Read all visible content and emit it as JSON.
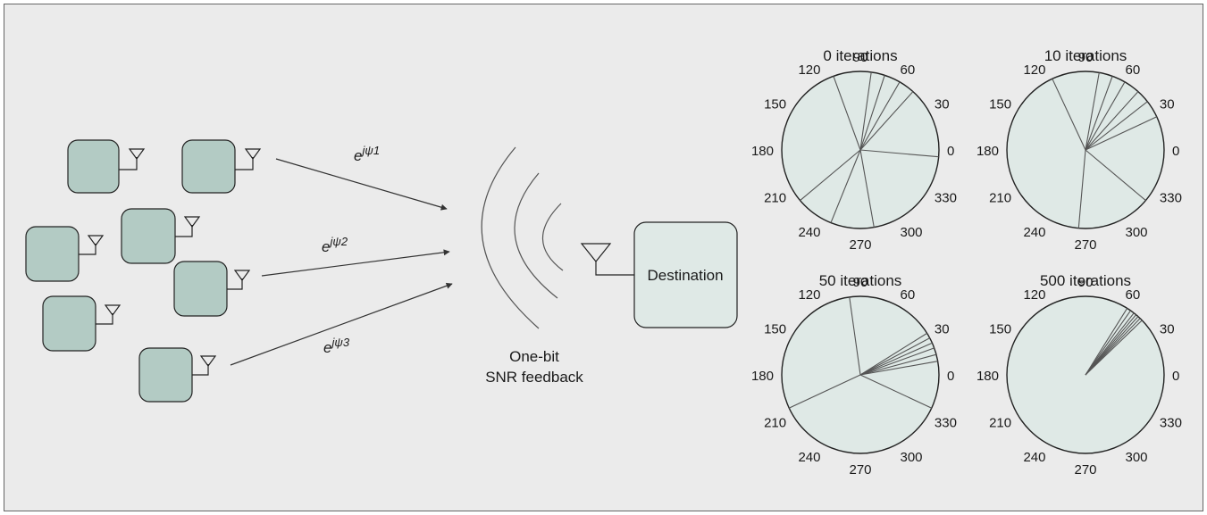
{
  "colors": {
    "background": "#ebebeb",
    "node_fill": "#b3cbc4",
    "node_stroke": "#222222",
    "polar_fill": "#dfe9e6",
    "spoke": "#555555",
    "line": "#333333"
  },
  "diagram": {
    "arrow_labels": [
      {
        "base": "e",
        "sup": "jψ1"
      },
      {
        "base": "e",
        "sup": "jψ2"
      },
      {
        "base": "e",
        "sup": "jψ3"
      }
    ],
    "feedback_label": [
      "One-bit",
      "SNR feedback"
    ],
    "destination_label": "Destination"
  },
  "chart_data": [
    {
      "type": "polar-phasor",
      "title": "0 iterations",
      "angle_ticks": [
        "0",
        "30",
        "60",
        "90",
        "120",
        "150",
        "180",
        "210",
        "240",
        "270",
        "300",
        "330"
      ],
      "phases_deg": [
        110,
        82,
        72,
        60,
        48,
        355,
        280,
        248,
        220
      ]
    },
    {
      "type": "polar-phasor",
      "title": "10 iterations",
      "angle_ticks": [
        "0",
        "30",
        "60",
        "90",
        "120",
        "150",
        "180",
        "210",
        "240",
        "270",
        "300",
        "330"
      ],
      "phases_deg": [
        115,
        80,
        70,
        60,
        48,
        38,
        25,
        320,
        265
      ]
    },
    {
      "type": "polar-phasor",
      "title": "50 iterations",
      "angle_ticks": [
        "0",
        "30",
        "60",
        "90",
        "120",
        "150",
        "180",
        "210",
        "240",
        "270",
        "300",
        "330"
      ],
      "phases_deg": [
        98,
        32,
        28,
        24,
        20,
        15,
        10,
        335,
        205
      ]
    },
    {
      "type": "polar-phasor",
      "title": "500 iterations",
      "angle_ticks": [
        "0",
        "30",
        "60",
        "90",
        "120",
        "150",
        "180",
        "210",
        "240",
        "270",
        "300",
        "330"
      ],
      "phases_deg": [
        58,
        55,
        52,
        50,
        48,
        46,
        44
      ]
    }
  ]
}
